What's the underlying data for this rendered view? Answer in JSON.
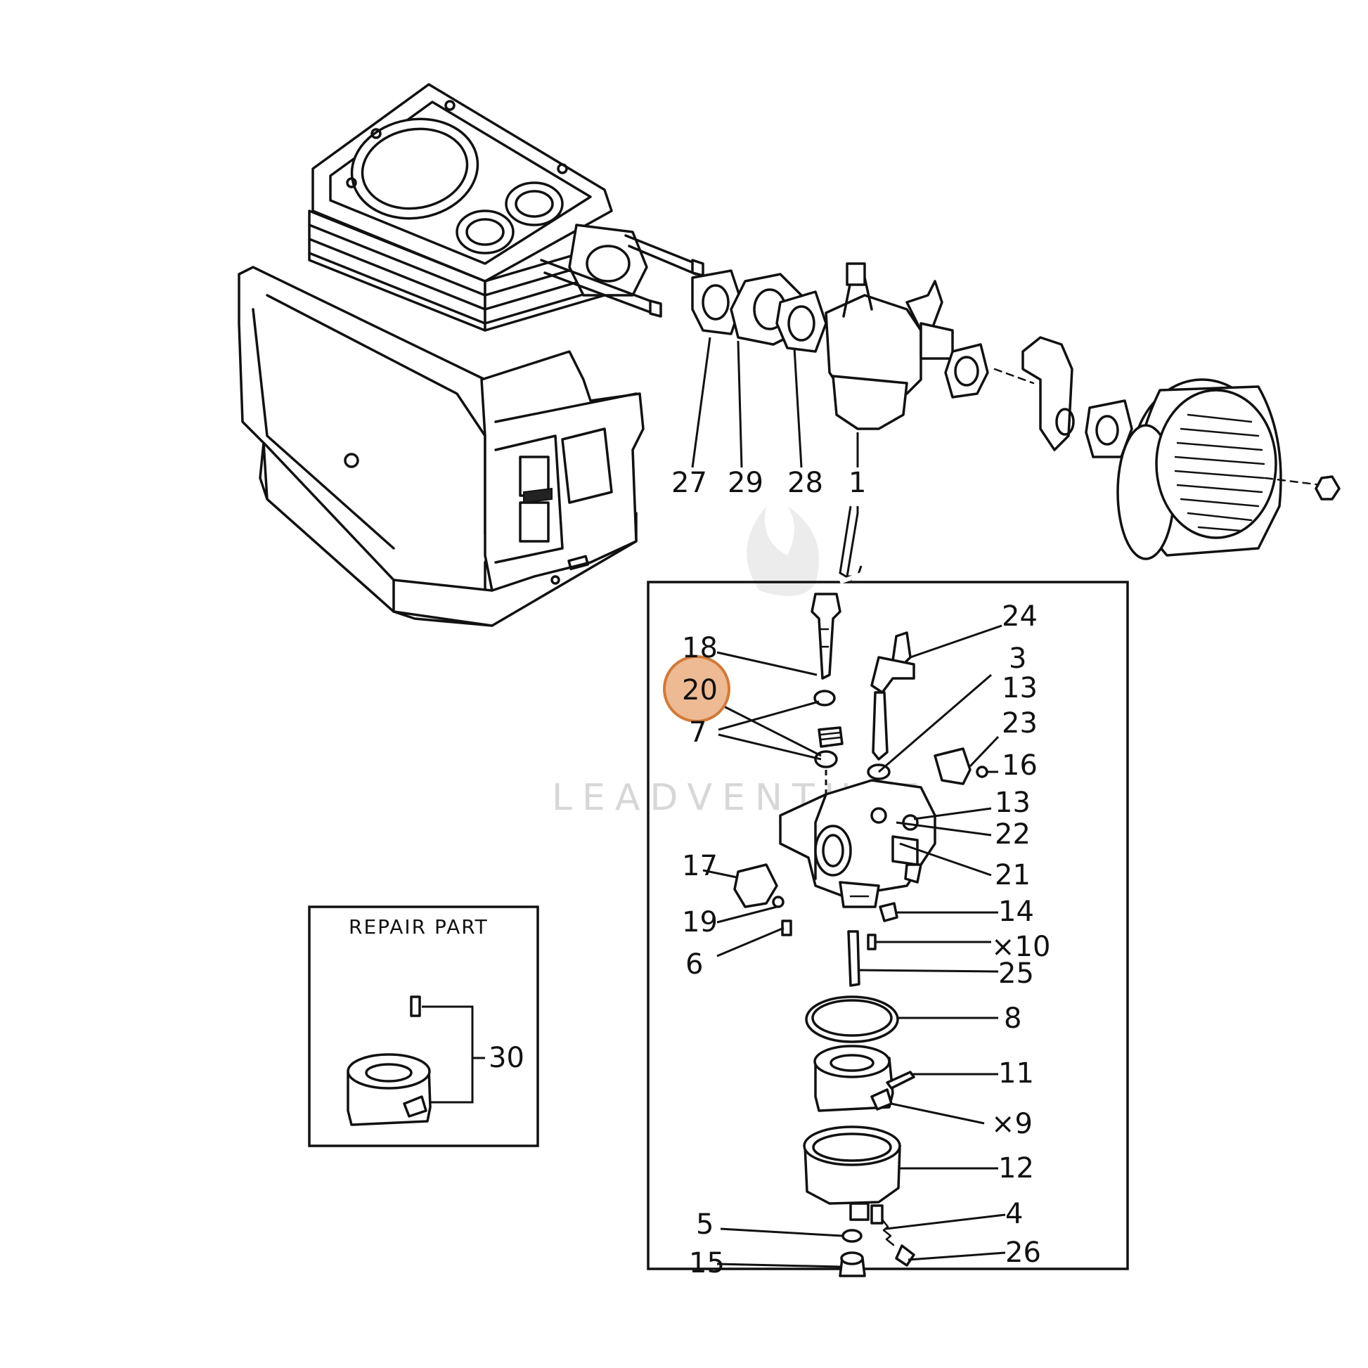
{
  "watermark": {
    "text": "LEADVENTURE"
  },
  "highlight": {
    "part": "20",
    "color": "#e8a06a"
  },
  "repair_box": {
    "title": "REPAIR PART",
    "part_number": "30"
  },
  "callouts": {
    "c27": "27",
    "c29": "29",
    "c28": "28",
    "c1": "1",
    "c18": "18",
    "c20": "20",
    "c7": "7",
    "c24": "24",
    "c3": "3",
    "c13a": "13",
    "c23": "23",
    "c16": "16",
    "c13b": "13",
    "c22": "22",
    "c21": "21",
    "c17": "17",
    "c14": "14",
    "c19": "19",
    "c10": "×10",
    "c6": "6",
    "c25": "25",
    "c8": "8",
    "c11": "11",
    "c9": "×9",
    "c12": "12",
    "c5": "5",
    "c4": "4",
    "c15": "15",
    "c26": "26"
  }
}
